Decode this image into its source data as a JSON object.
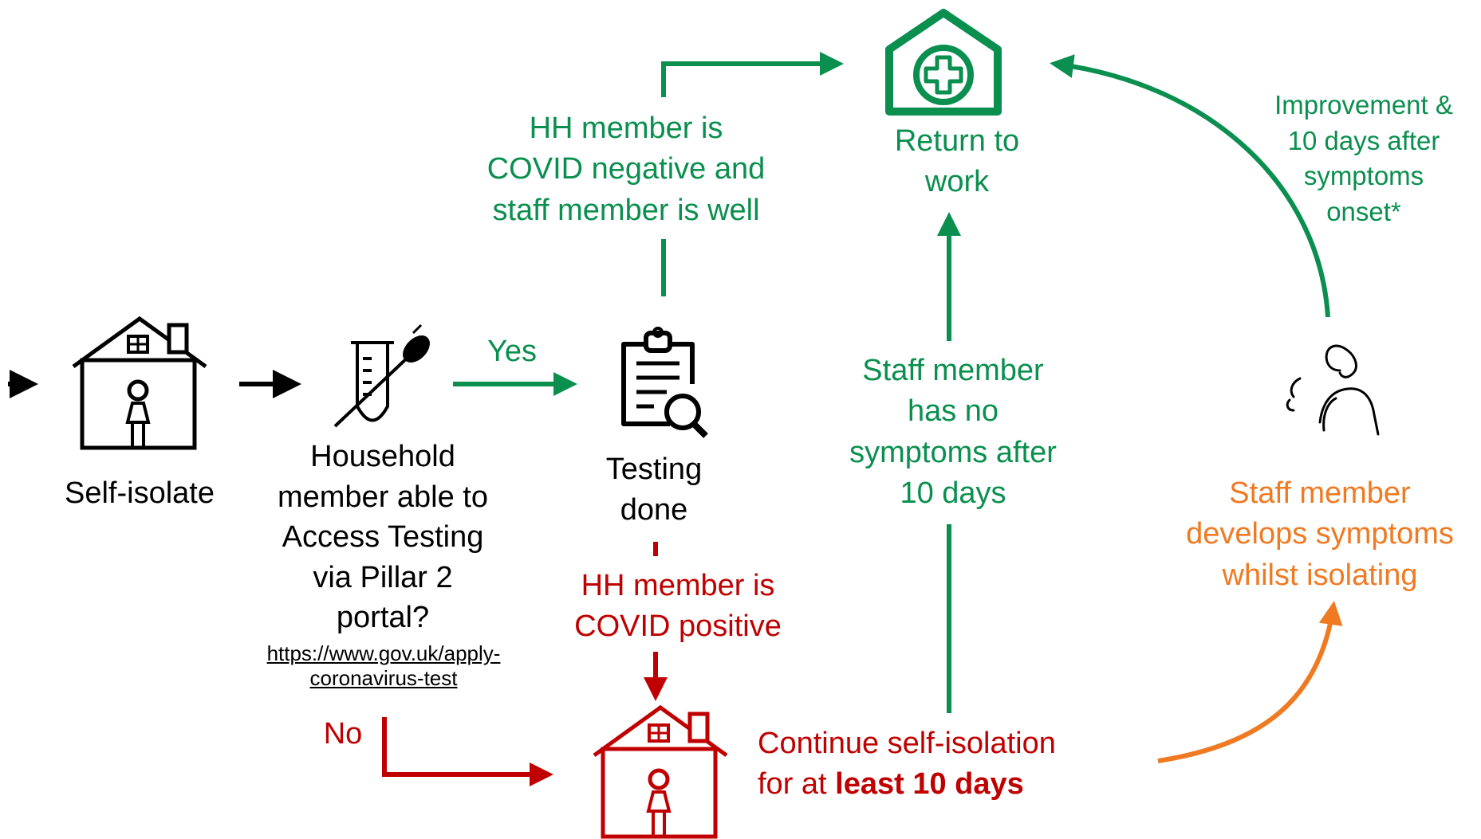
{
  "colors": {
    "green": "#0a8f4f",
    "red": "#c00000",
    "orange": "#f07a22",
    "black": "#000000"
  },
  "nodes": {
    "self_isolate": {
      "label": "Self-isolate",
      "icon": "house-person-icon"
    },
    "household_testing": {
      "label_lines": [
        "Household",
        "member able to",
        "Access Testing",
        "via Pillar 2",
        "portal?"
      ],
      "link_lines": [
        "https://www.gov.uk/apply-",
        "coronavirus-test"
      ],
      "icon": "test-tube-swab-icon"
    },
    "testing_done": {
      "label_lines": [
        "Testing",
        "done"
      ],
      "icon": "clipboard-magnifier-icon"
    },
    "return_to_work": {
      "label_lines": [
        "Return to",
        "work"
      ],
      "icon": "medical-house-icon"
    },
    "continue_isolation": {
      "line1": "Continue self-isolation",
      "line2_prefix": "for at ",
      "line2_bold": "least 10 days",
      "icon": "house-person-icon"
    },
    "develops_symptoms": {
      "label_lines": [
        "Staff member",
        "develops symptoms",
        "whilst isolating"
      ],
      "icon": "person-coughing-icon"
    }
  },
  "edges": {
    "yes": "Yes",
    "no": "No",
    "hh_negative": [
      "HH member is",
      "COVID negative and",
      "staff member is well"
    ],
    "hh_positive": [
      "HH member is",
      "COVID positive"
    ],
    "no_symptoms": [
      "Staff member",
      "has no",
      "symptoms after",
      "10 days"
    ],
    "improvement": [
      "Improvement &",
      "10 days after",
      "symptoms",
      "onset*"
    ]
  }
}
